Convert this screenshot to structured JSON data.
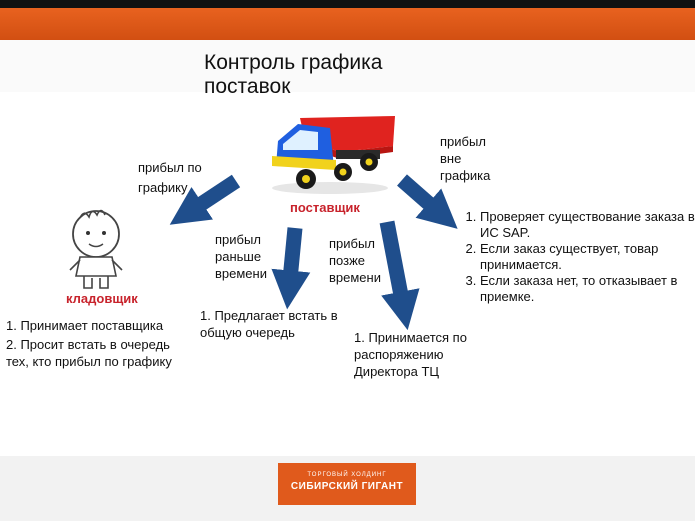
{
  "title": "Контроль графика поставок",
  "supplier_label": "поставщик",
  "storekeeper_label": "кладовщик",
  "arrival_on_schedule": "прибыл по графику",
  "arrival_early": "прибыл раньше времени",
  "arrival_late": "прибыл позже времени",
  "arrival_off_schedule": "прибыл вне графика",
  "storekeeper_actions": [
    "1. Принимает поставщика",
    "2. Просит встать в очередь тех, кто прибыл по графику"
  ],
  "early_action": "1. Предлагает встать в общую очередь",
  "late_action": "1. Принимается по распоряжению Директора ТЦ",
  "off_schedule_steps": [
    "Проверяет существование заказа в ИС SAP.",
    "Если заказ существует, товар принимается.",
    "Если заказа нет, то отказывает в приемке."
  ],
  "logo": {
    "small": "ТОРГОВЫЙ ХОЛДИНГ",
    "big": "СИБИРСКИЙ ГИГАНТ"
  },
  "colors": {
    "accent": "#e05a1c",
    "arrow": "#1f4e8c",
    "label_red": "#c8232c"
  }
}
